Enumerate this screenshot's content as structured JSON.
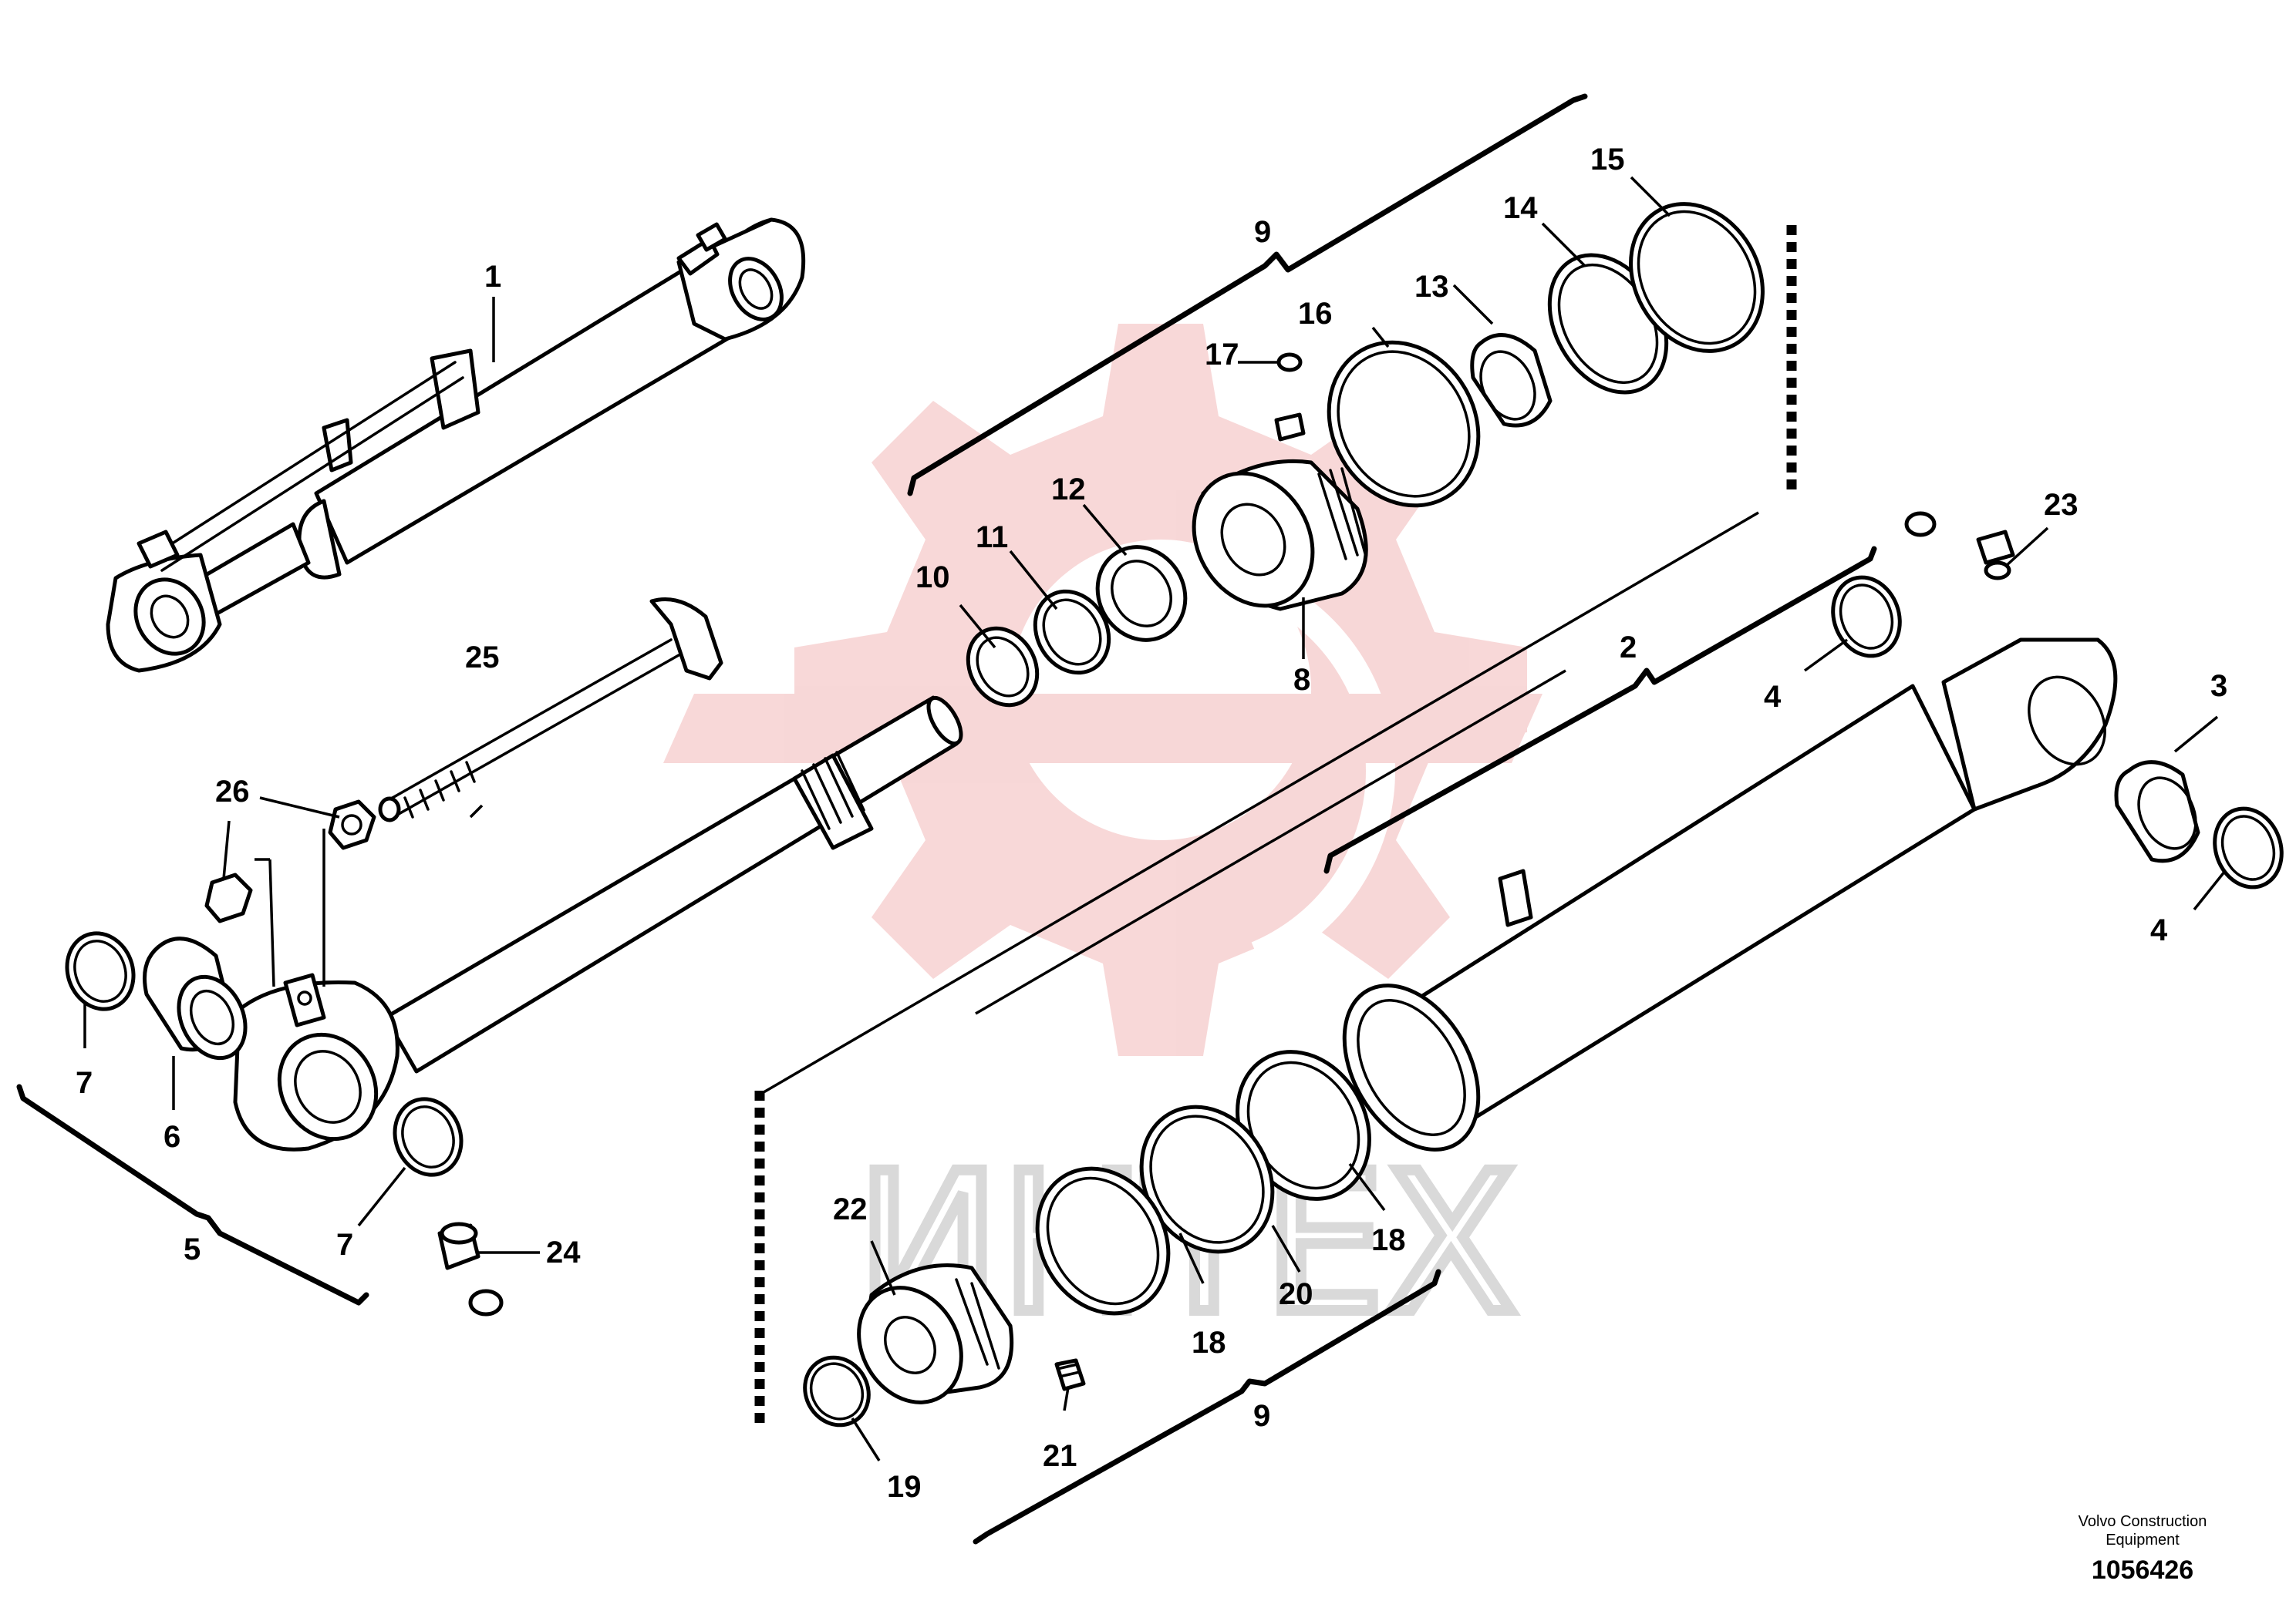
{
  "callouts": {
    "c1": "1",
    "c2": "2",
    "c3": "3",
    "c4a": "4",
    "c4b": "4",
    "c5": "5",
    "c6": "6",
    "c7a": "7",
    "c7b": "7",
    "c8": "8",
    "c9a": "9",
    "c9b": "9",
    "c10": "10",
    "c11": "11",
    "c12": "12",
    "c13": "13",
    "c14": "14",
    "c15": "15",
    "c16": "16",
    "c17": "17",
    "c18a": "18",
    "c18b": "18",
    "c19": "19",
    "c20": "20",
    "c21": "21",
    "c22": "22",
    "c23": "23",
    "c24": "24",
    "c25": "25",
    "c26": "26"
  },
  "footer": {
    "brand_line1": "Volvo Construction",
    "brand_line2": "Equipment",
    "drawing_number": "1056426"
  },
  "watermark": {
    "text": "ИНТЕХ",
    "color": "#f2b8b8"
  }
}
